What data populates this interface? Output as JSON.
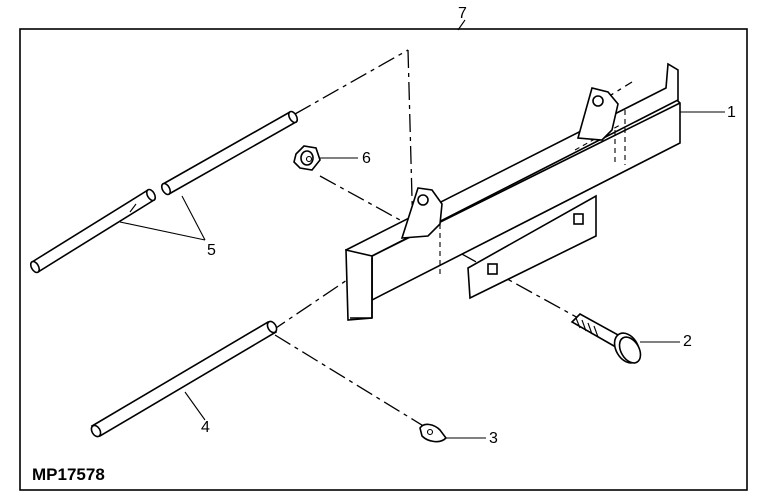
{
  "diagram": {
    "figure_code": "MP17578",
    "callouts": {
      "c1": "1",
      "c2": "2",
      "c3": "3",
      "c4": "4",
      "c5": "5",
      "c6": "6",
      "c7": "7"
    }
  }
}
